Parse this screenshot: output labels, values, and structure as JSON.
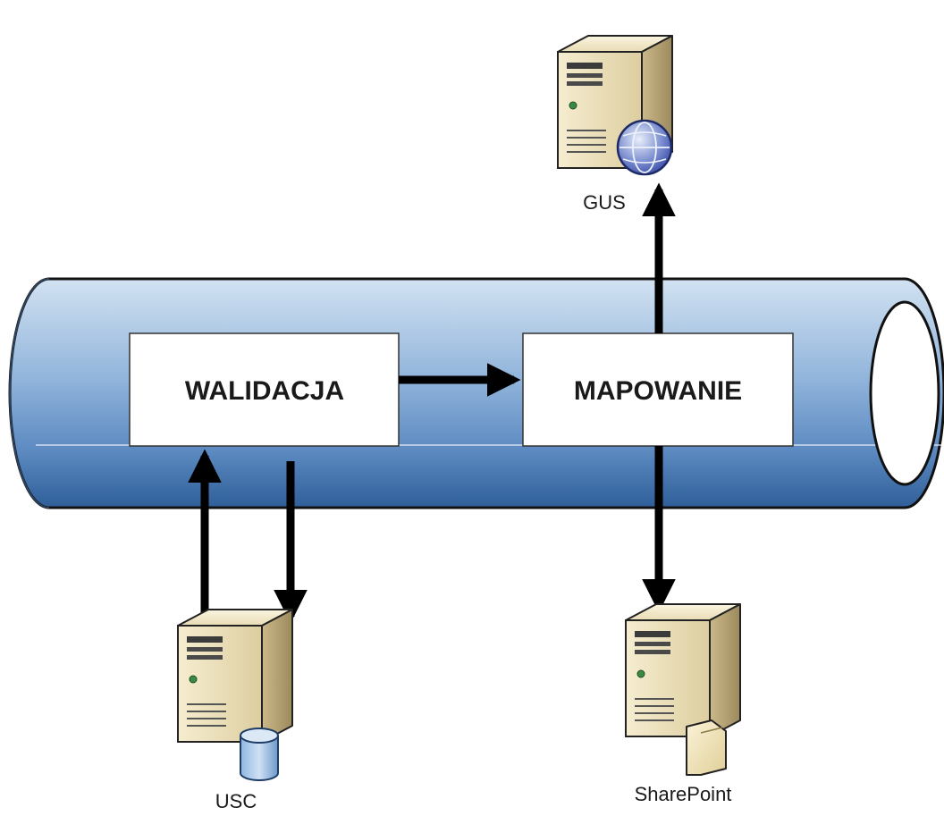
{
  "diagram": {
    "boxes": {
      "validation": "WALIDACJA",
      "mapping": "MAPOWANIE"
    },
    "servers": {
      "gus": {
        "label": "GUS",
        "badge": "globe-icon"
      },
      "usc": {
        "label": "USC",
        "badge": "database-icon"
      },
      "sharepoint": {
        "label": "SharePoint",
        "badge": "document-icon"
      }
    },
    "connections": [
      {
        "from": "WALIDACJA",
        "to": "MAPOWANIE"
      },
      {
        "from": "MAPOWANIE",
        "to": "GUS"
      },
      {
        "from": "MAPOWANIE",
        "to": "SharePoint"
      },
      {
        "from": "USC",
        "to": "WALIDACJA"
      },
      {
        "from": "WALIDACJA",
        "to": "USC"
      }
    ]
  },
  "colors": {
    "pipe_top": "#c9dcef",
    "pipe_mid": "#6f9acb",
    "pipe_bottom": "#2e5f9a",
    "server_body": "#efe3bd",
    "server_side": "#b8a57a",
    "arrow": "#000000"
  }
}
